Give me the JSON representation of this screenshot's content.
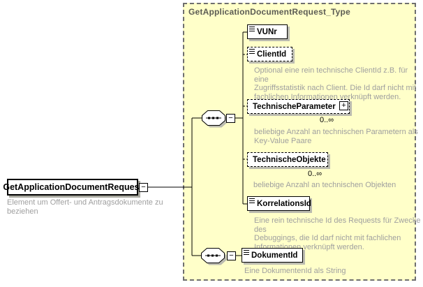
{
  "diagram": {
    "root": {
      "name": "GetApplicationDocumentRequest",
      "annotation": "Element um Offert- und Antragsdokumente zu beziehen"
    },
    "type_box": {
      "title": "GetApplicationDocumentRequest_Type"
    },
    "compositors": [
      {
        "kind": "sequence"
      },
      {
        "kind": "sequence"
      }
    ],
    "children": [
      {
        "name": "VUNr",
        "optional": false,
        "annotation": ""
      },
      {
        "name": "ClientId",
        "optional": true,
        "annotation": "Optional eine rein technische ClientId z.B. für eine\nZugriffsstatistik nach Client. Die Id darf nicht mit\nfachlichen Informationen verknüpft werden."
      },
      {
        "name": "TechnischeParameter",
        "optional": true,
        "occurrence": "0..∞",
        "annotation": "beliebige Anzahl an technischen Parametern als\nKey-Value Paare"
      },
      {
        "name": "TechnischeObjekte",
        "optional": true,
        "occurrence": "0..∞",
        "annotation": "beliebige Anzahl an technischen Objekten"
      },
      {
        "name": "KorrelationsId",
        "optional": false,
        "annotation": "Eine rein technische Id des Requests für Zwecke des\nDebuggings, die Id darf nicht mit fachlichen\nInformationen verknüpft werden."
      },
      {
        "name": "DokumentId",
        "optional": false,
        "annotation": "Eine DokumentenId als String"
      }
    ],
    "icons": {
      "collapse_glyph": "−",
      "expand_glyph": "+"
    },
    "colors": {
      "type_box_bg": "#FFFFC9",
      "type_box_border": "#6E6E6E",
      "type_title": "#5C5C54",
      "annotation_text": "#9F9F9F",
      "box_border": "#000000",
      "box_shadow": "#BBBBB0",
      "connector": "#000000"
    }
  }
}
